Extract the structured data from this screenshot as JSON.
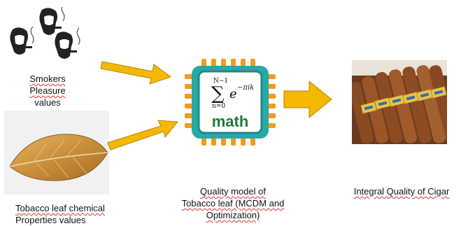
{
  "nodes": {
    "smokers": {
      "label_lines": [
        "Smokers",
        "Pleasure",
        "values"
      ],
      "icon": "smoker-faces-icon"
    },
    "leaf": {
      "label_lines": [
        "Tobacco leaf chemical",
        "Properties values"
      ],
      "icon": "tobacco-leaf-icon"
    },
    "model": {
      "chip_text": "math",
      "formula_upper": "N−1",
      "formula_sum": "∑",
      "formula_lower": "n=0",
      "formula_base": "e",
      "formula_exp": "−πik",
      "label_lines": [
        "Quality model of",
        "Tobacco leaf (MCDM and",
        "Optimization)"
      ],
      "icon": "math-chip-icon"
    },
    "cigar": {
      "label_lines": [
        "Integral Quality of Cigar"
      ],
      "icon": "cigar-box-icon"
    }
  },
  "colors": {
    "arrow_fill": "#f5b800",
    "arrow_stroke": "#b78400",
    "chip_body": "#27a9a6",
    "chip_pins": "#f39a1f",
    "chip_math_text": "#1f7a3a"
  }
}
